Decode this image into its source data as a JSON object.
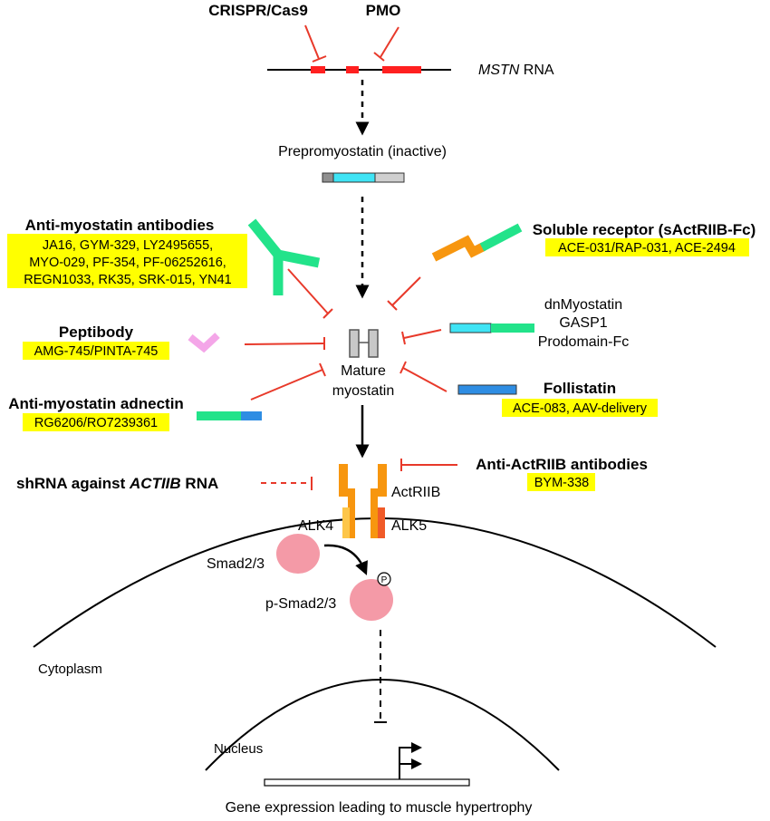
{
  "rna": {
    "crispr_label": "CRISPR/Cas9",
    "pmo_label": "PMO",
    "mstn_italic": "MSTN",
    "mstn_suffix": " RNA"
  },
  "prepromyostatin": {
    "label": "Prepromyostatin (inactive)"
  },
  "mature": {
    "line1": "Mature",
    "line2": "myostatin"
  },
  "antibodies": {
    "title": "Anti-myostatin antibodies",
    "lines": [
      "JA16, GYM-329, LY2495655,",
      "MYO-029, PF-354, PF-06252616,",
      "REGN1033, RK35, SRK-015, YN41"
    ]
  },
  "soluble_receptor": {
    "title": "Soluble receptor (sActRIIB-Fc)",
    "drugs": "ACE-031/RAP-031, ACE-2494"
  },
  "peptibody": {
    "title": "Peptibody",
    "drugs": "AMG-745/PINTA-745"
  },
  "dn_group": {
    "lines": [
      "dnMyostatin",
      "GASP1",
      "Prodomain-Fc"
    ]
  },
  "adnectin": {
    "title": "Anti-myostatin adnectin",
    "drugs": "RG6206/RO7239361"
  },
  "follistatin": {
    "title": "Follistatin",
    "drugs": "ACE-083, AAV-delivery"
  },
  "shrna": {
    "prefix": "shRNA against ",
    "italic": "ACTIIB",
    "suffix": " RNA"
  },
  "anti_actriib": {
    "title": "Anti-ActRIIB antibodies",
    "drugs": "BYM-338"
  },
  "receptor": {
    "actriib": "ActRIIB",
    "alk4": "ALK4",
    "alk5": "ALK5"
  },
  "smad": {
    "smad": "Smad2/3",
    "psmad": "p-Smad2/3",
    "phospho": "P"
  },
  "compartments": {
    "cytoplasm": "Cytoplasm",
    "nucleus": "Nucleus"
  },
  "outcome": {
    "label": "Gene expression leading to muscle hypertrophy"
  },
  "colors": {
    "inhibition_red": "#e8392a",
    "highlight_yellow": "#ffff00",
    "antibody_green": "#22e38a",
    "receptor_orange": "#f7960f",
    "cyan": "#3fd9ef",
    "blue": "#2e8de3",
    "pink": "#f49aa7",
    "peptibody_pink": "#f4a6e8"
  }
}
